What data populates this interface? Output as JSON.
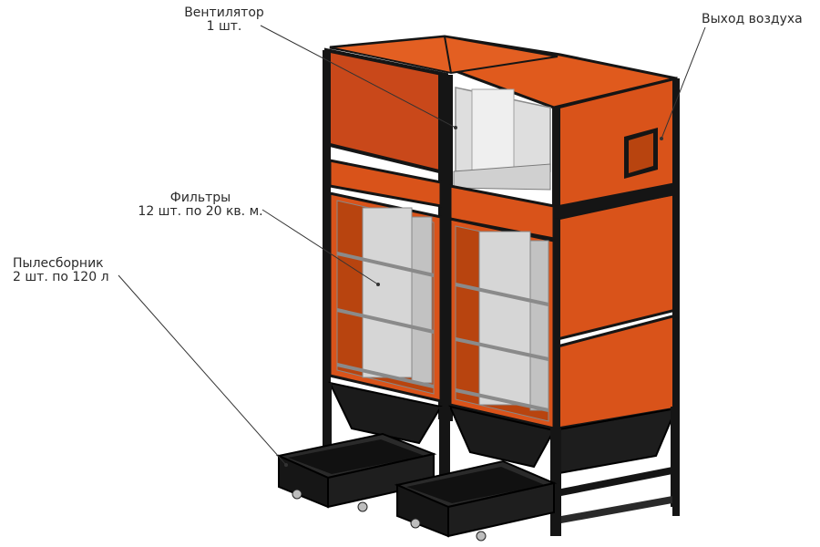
{
  "labels": {
    "fan": {
      "line1": "Вентилятор",
      "line2": "1 шт."
    },
    "air_outlet": {
      "line1": "Выход воздуха"
    },
    "filters": {
      "line1": "Фильтры",
      "line2": "12 шт. по 20 кв. м."
    },
    "dust_collector": {
      "line1": "Пылесборник",
      "line2": "2 шт. по 120 л"
    }
  },
  "colors": {
    "panel_orange": "#d9531a",
    "panel_orange_dark": "#b8440f",
    "frame_black": "#151515",
    "filter_gray": "#c9c9c9",
    "leader_line": "#333333"
  }
}
